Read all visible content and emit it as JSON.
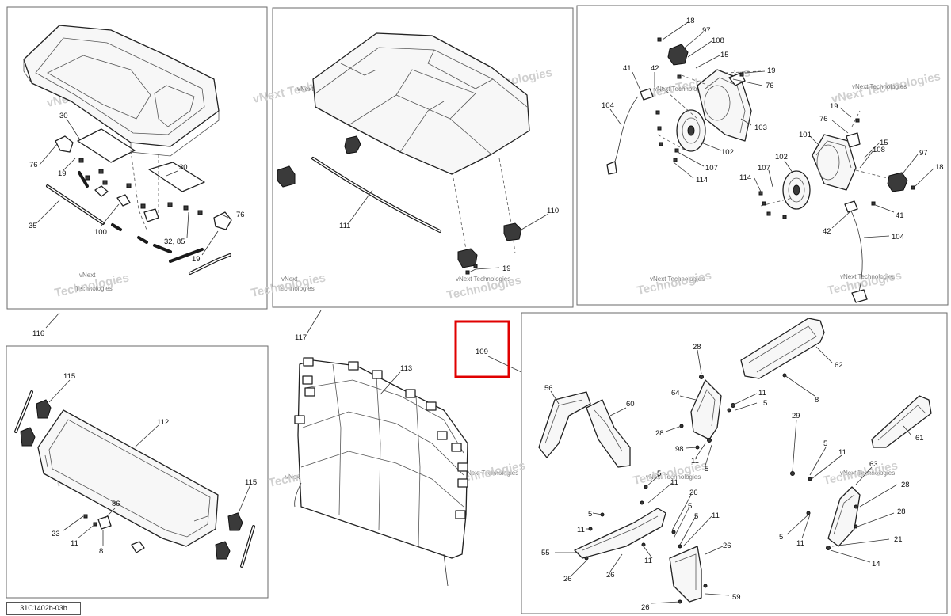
{
  "drawing_code": "31C1402b-03b",
  "watermark": {
    "line1": "vNext Technologies",
    "line2a": "vNext",
    "line2b": "Technologies"
  },
  "callouts": {
    "c116": "116",
    "c117": "117",
    "c109": "109",
    "c30a": "30",
    "c30b": "30",
    "c76a": "76",
    "c76b": "76",
    "c19a": "19",
    "c19b": "19",
    "c35": "35",
    "c100": "100",
    "c3285": "32, 85",
    "c111": "111",
    "c110": "110",
    "c19c": "19",
    "c18a": "18",
    "c97a": "97",
    "c108a": "108",
    "c15a": "15",
    "c19d": "19",
    "c76c": "76",
    "c41a": "41",
    "c42a": "42",
    "c104a": "104",
    "c103": "103",
    "c102a": "102",
    "c107a": "107",
    "c114a": "114",
    "c19e": "19",
    "c76d": "76",
    "c101": "101",
    "c15b": "15",
    "c108b": "108",
    "c97b": "97",
    "c18b": "18",
    "c114b": "114",
    "c107b": "107",
    "c102b": "102",
    "c41b": "41",
    "c42b": "42",
    "c104b": "104",
    "c115a": "115",
    "c112": "112",
    "c86": "86",
    "c23": "23",
    "c11a": "11",
    "c8a": "8",
    "c115b": "115",
    "c113": "113",
    "c28a": "28",
    "c62": "62",
    "c56": "56",
    "c60": "60",
    "c64": "64",
    "c11b": "11",
    "c5a": "5",
    "c8b": "8",
    "c28b": "28",
    "c98": "98",
    "c11c": "11",
    "c5b": "5",
    "c29": "29",
    "c61": "61",
    "c5c": "5",
    "c11d": "11",
    "c63": "63",
    "c5d": "5",
    "c11e": "11",
    "c28c": "28",
    "c28d": "28",
    "c5e": "5",
    "c11f": "11",
    "c21": "21",
    "c14": "14",
    "c5f": "5",
    "c11g": "11",
    "c26a": "26",
    "c5g": "5",
    "c5h": "5",
    "c11h": "11",
    "c55": "55",
    "c11i": "11",
    "c26b": "26",
    "c26c": "26",
    "c26d": "26",
    "c59": "59",
    "c26e": "26"
  },
  "colors": {
    "highlight": "#e00000",
    "frame": "#6a6a6a",
    "line": "#222222"
  }
}
